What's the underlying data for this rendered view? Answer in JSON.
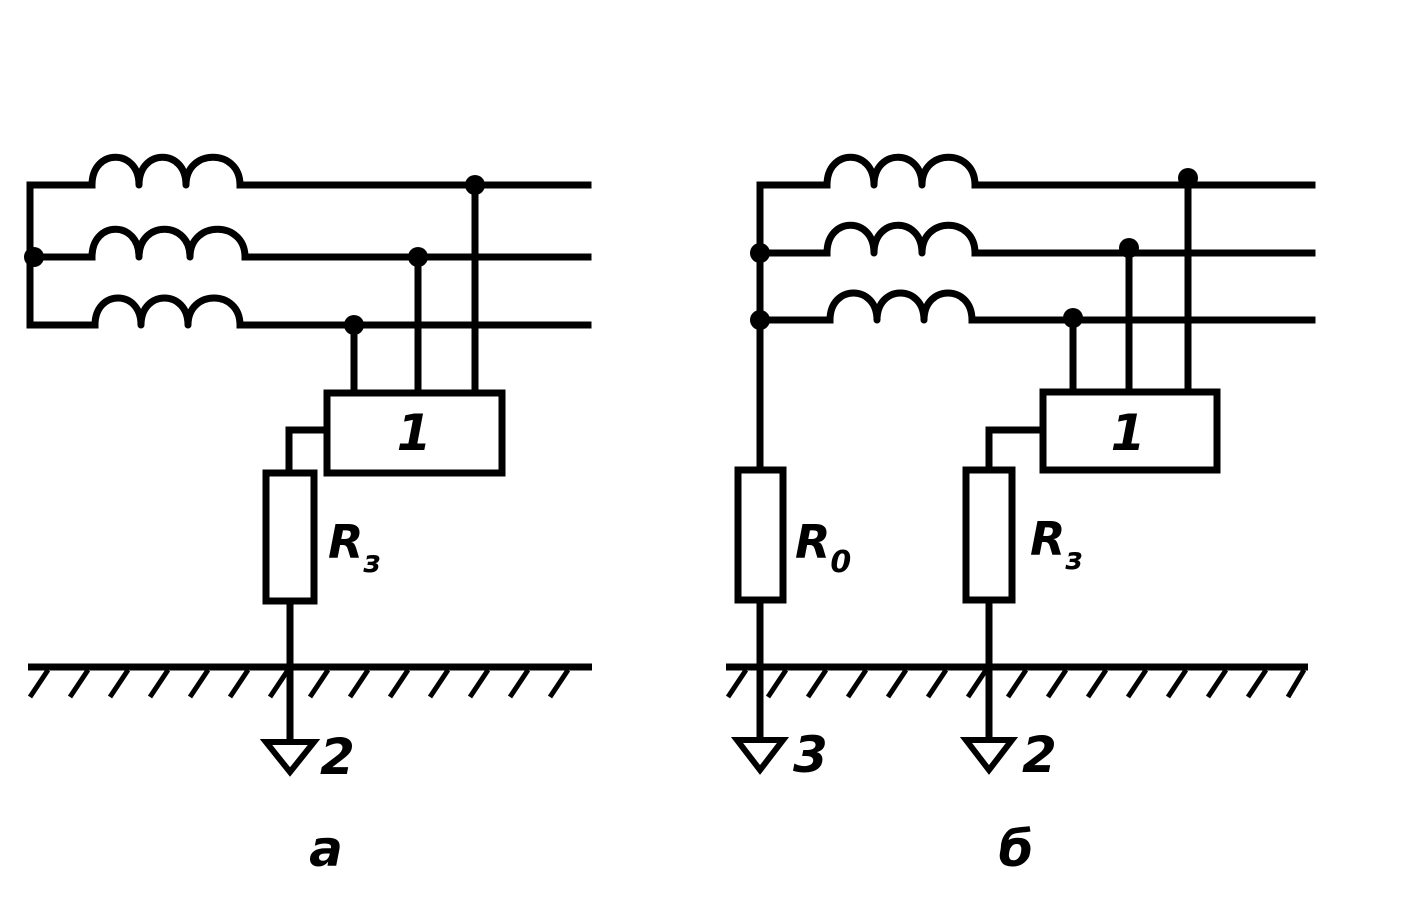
{
  "panel_a": {
    "caption": "а",
    "device_label": "1",
    "resistor": {
      "main": "R",
      "sub": "з"
    },
    "earth_label": "2"
  },
  "panel_b": {
    "caption": "б",
    "device_label": "1",
    "resistor_neutral": {
      "main": "R",
      "sub": "0"
    },
    "resistor_ground": {
      "main": "R",
      "sub": "з"
    },
    "earth_neutral_label": "3",
    "earth_ground_label": "2"
  }
}
